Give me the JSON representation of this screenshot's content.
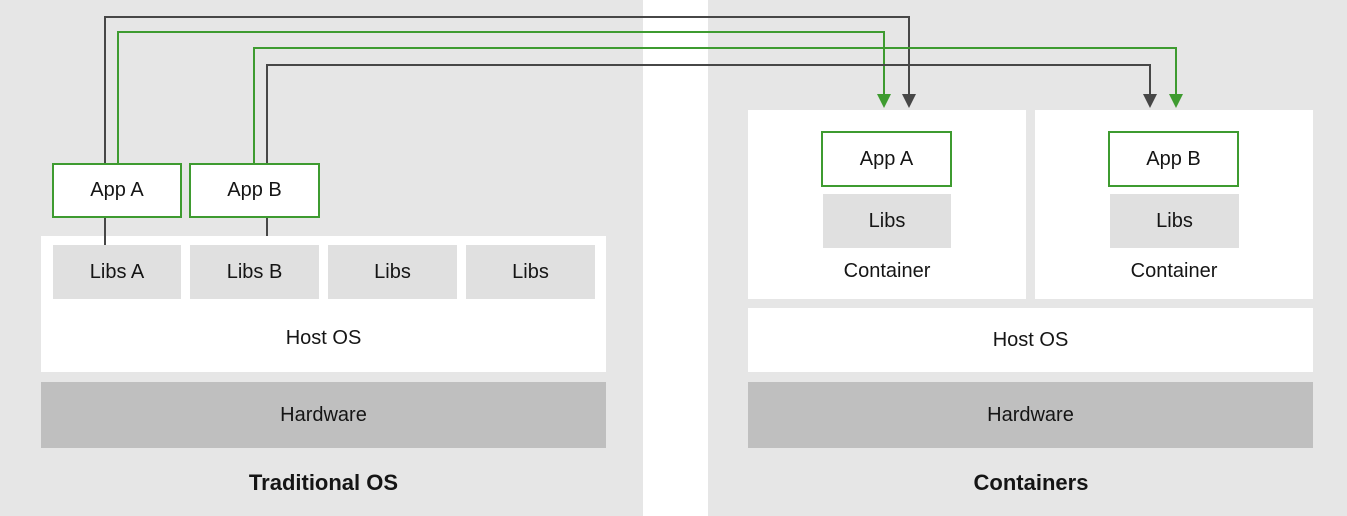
{
  "colors": {
    "panel_bg": "#e6e6e6",
    "app_border": "#3e9b30",
    "arrow_green": "#3e9b30",
    "arrow_dark": "#474747",
    "libs_bg": "#e0e0e0",
    "hardware_bg": "#bfbfbf"
  },
  "traditional": {
    "title": "Traditional OS",
    "apps": [
      "App A",
      "App B"
    ],
    "libs": [
      "Libs A",
      "Libs B",
      "Libs",
      "Libs"
    ],
    "host_os": "Host OS",
    "hardware": "Hardware"
  },
  "containers": {
    "title": "Containers",
    "containers": [
      {
        "app": "App A",
        "libs": "Libs",
        "label": "Container"
      },
      {
        "app": "App B",
        "libs": "Libs",
        "label": "Container"
      }
    ],
    "host_os": "Host OS",
    "hardware": "Hardware"
  }
}
